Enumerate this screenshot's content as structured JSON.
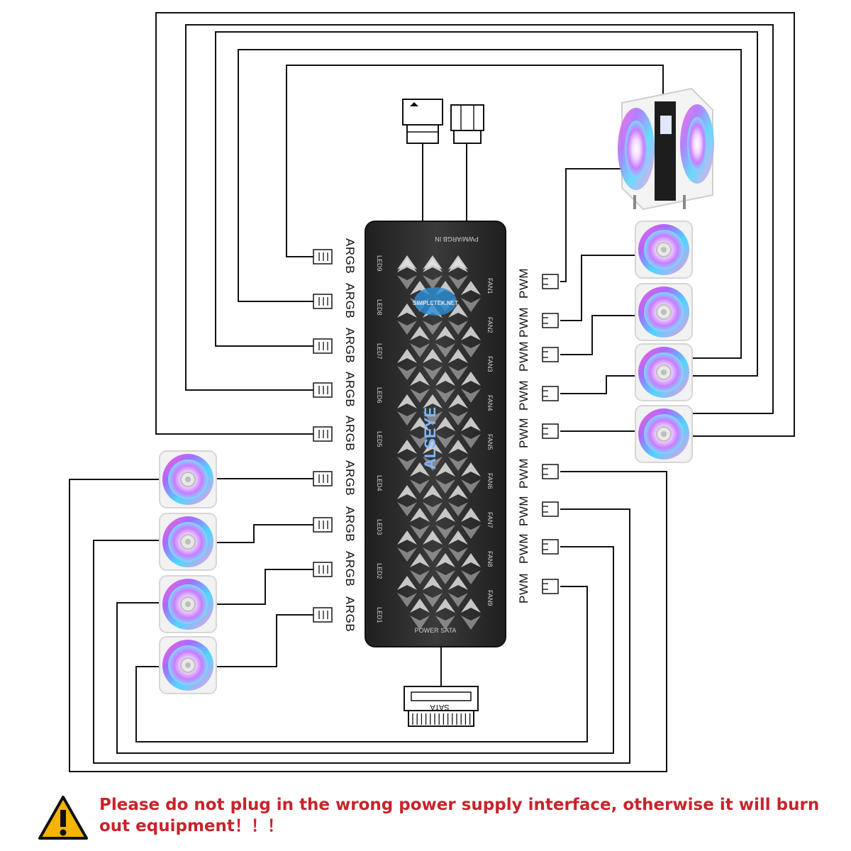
{
  "hub": {
    "brand": "ALSEYE",
    "top_label": "PWM/ARGB IN",
    "bottom_label": "POWER SATA",
    "led_ports": [
      "LED9",
      "LED8",
      "LED7",
      "LED6",
      "LED5",
      "LED4",
      "LED3",
      "LED2",
      "LED1"
    ],
    "fan_ports": [
      "FAN1",
      "FAN2",
      "FAN3",
      "FAN4",
      "FAN5",
      "FAN6",
      "FAN7",
      "FAN8",
      "FAN9"
    ]
  },
  "left_labels": [
    "ARGB",
    "ARGB",
    "ARGB",
    "ARGB",
    "ARGB",
    "ARGB",
    "ARGB",
    "ARGB",
    "ARGB"
  ],
  "right_labels": [
    "PWM",
    "PWM",
    "PWM",
    "PWM",
    "PWM",
    "PWM",
    "PWM",
    "PWM",
    "PWM"
  ],
  "sata_label": "SATA",
  "watermark": "SIMPLETEK.NET",
  "warning": "Please do not plug in the wrong power supply interface, otherwise it will burn out equipment！！！",
  "colors": {
    "warning": "#c8242b",
    "hub": "#2e2e2e",
    "highlight_label": "#c8242b"
  },
  "icons": [
    "warning-icon",
    "rgb-fan-icon",
    "cpu-cooler-icon",
    "argb-connector-icon",
    "pwm-connector-icon",
    "sata-connector-icon"
  ]
}
